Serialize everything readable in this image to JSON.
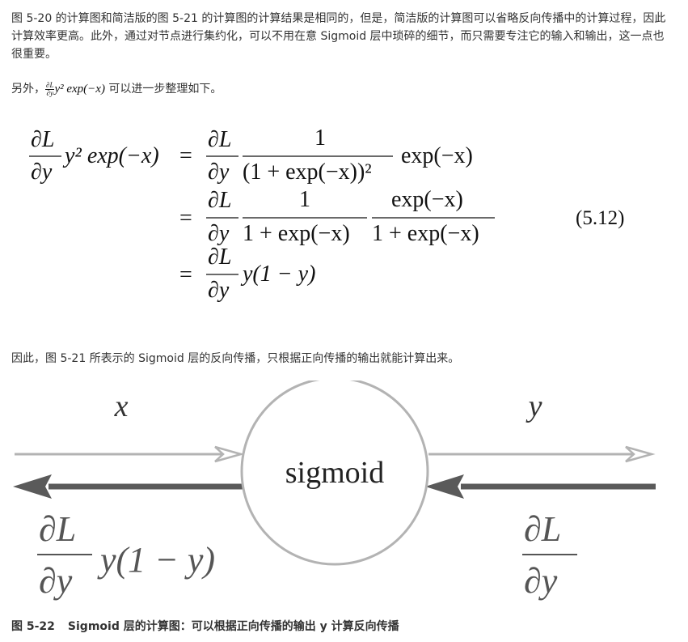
{
  "paragraphs": {
    "p1": "图 5-20 的计算图和简洁版的图 5-21 的计算图的计算结果是相同的，但是，简洁版的计算图可以省略反向传播中的计算过程，因此计算效率更高。此外，通过对节点进行集约化，可以不用在意 Sigmoid 层中琐碎的细节，而只需要专注它的输入和输出，这一点也很重要。",
    "p2_prefix": "另外，",
    "p2_suffix": " 可以进一步整理如下。",
    "p3": "因此，图 5-21 所表示的 Sigmoid 层的反向传播，只根据正向传播的输出就能计算出来。"
  },
  "inline_math": {
    "frac_num": "∂L",
    "frac_den": "∂y",
    "tail": "y² exp(−x)"
  },
  "equation": {
    "number": "(5.12)",
    "lhs_num": "∂L",
    "lhs_den": "∂y",
    "lhs_tail": "y² exp(−x)",
    "equals": "=",
    "line1_num": "∂L",
    "line1_den": "∂y",
    "line1_f_num": "1",
    "line1_f_den": "(1 + exp(−x))²",
    "line1_tail": "exp(−x)",
    "line2_num": "∂L",
    "line2_den": "∂y",
    "line2_f1_num": "1",
    "line2_f1_den": "1 + exp(−x)",
    "line2_f2_num": "exp(−x)",
    "line2_f2_den": "1 + exp(−x)",
    "line3_num": "∂L",
    "line3_den": "∂y",
    "line3_tail": "y(1 − y)"
  },
  "diagram": {
    "node_label": "sigmoid",
    "input_label": "x",
    "output_label": "y",
    "left_grad_num": "∂L",
    "left_grad_den": "∂y",
    "left_grad_tail": "y(1 − y)",
    "right_grad_num": "∂L",
    "right_grad_den": "∂y",
    "forward_color": "#b3b3b3",
    "backward_color": "#5a5a5a",
    "circle_color": "#b3b3b3"
  },
  "caption": {
    "number": "图 5-22",
    "text": "Sigmoid 层的计算图：可以根据正向传播的输出 y 计算反向传播"
  }
}
